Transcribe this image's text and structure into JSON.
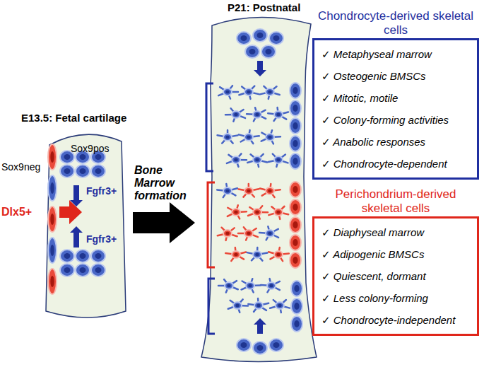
{
  "diagram": {
    "nodes": [
      {
        "text": [
          "Chondrocyte-derived skeletal cells",
          "✓ Metaphyseal marrow",
          "✓ Osteogenic BMSCs",
          "✓ Mitotic, motile",
          "✓ Colony-forming activities",
          "✓ Anabolic responses",
          "✓ Chondrocyte-dependent"
        ]
      },
      {
        "text": [
          "Perichondrium-derived skeletal cells",
          "✓ Diaphyseal marrow",
          "✓ Adipogenic BMSCs",
          "✓ Quiescent, dormant",
          "✓ Less colony-forming",
          "✓ Chondrocyte-independent"
        ]
      }
    ],
    "labels": [
      "P21: Postnatal",
      "E13.5: Fetal cartilage",
      "Sox9pos",
      "Sox9neg",
      "Fgfr3+",
      "Dlx5+",
      "Bone Marrow formation",
      "Fgfr3+"
    ]
  }
}
